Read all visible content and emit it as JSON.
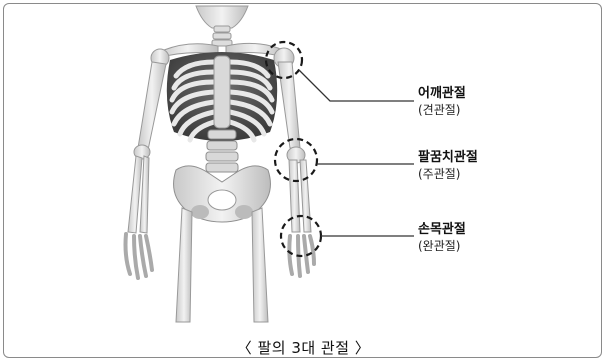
{
  "joints": [
    {
      "name": "어깨관절",
      "alt": "(견관절)"
    },
    {
      "name": "팔꿈치관절",
      "alt": "(주관절)"
    },
    {
      "name": "손목관절",
      "alt": "(완관절)"
    }
  ],
  "caption": "〈 팔의 3대 관절 〉",
  "colors": {
    "bone": "#e4e4e4",
    "bone_shadow": "#a9a9a9",
    "circle": "#1a1a1a",
    "line": "#333333"
  }
}
